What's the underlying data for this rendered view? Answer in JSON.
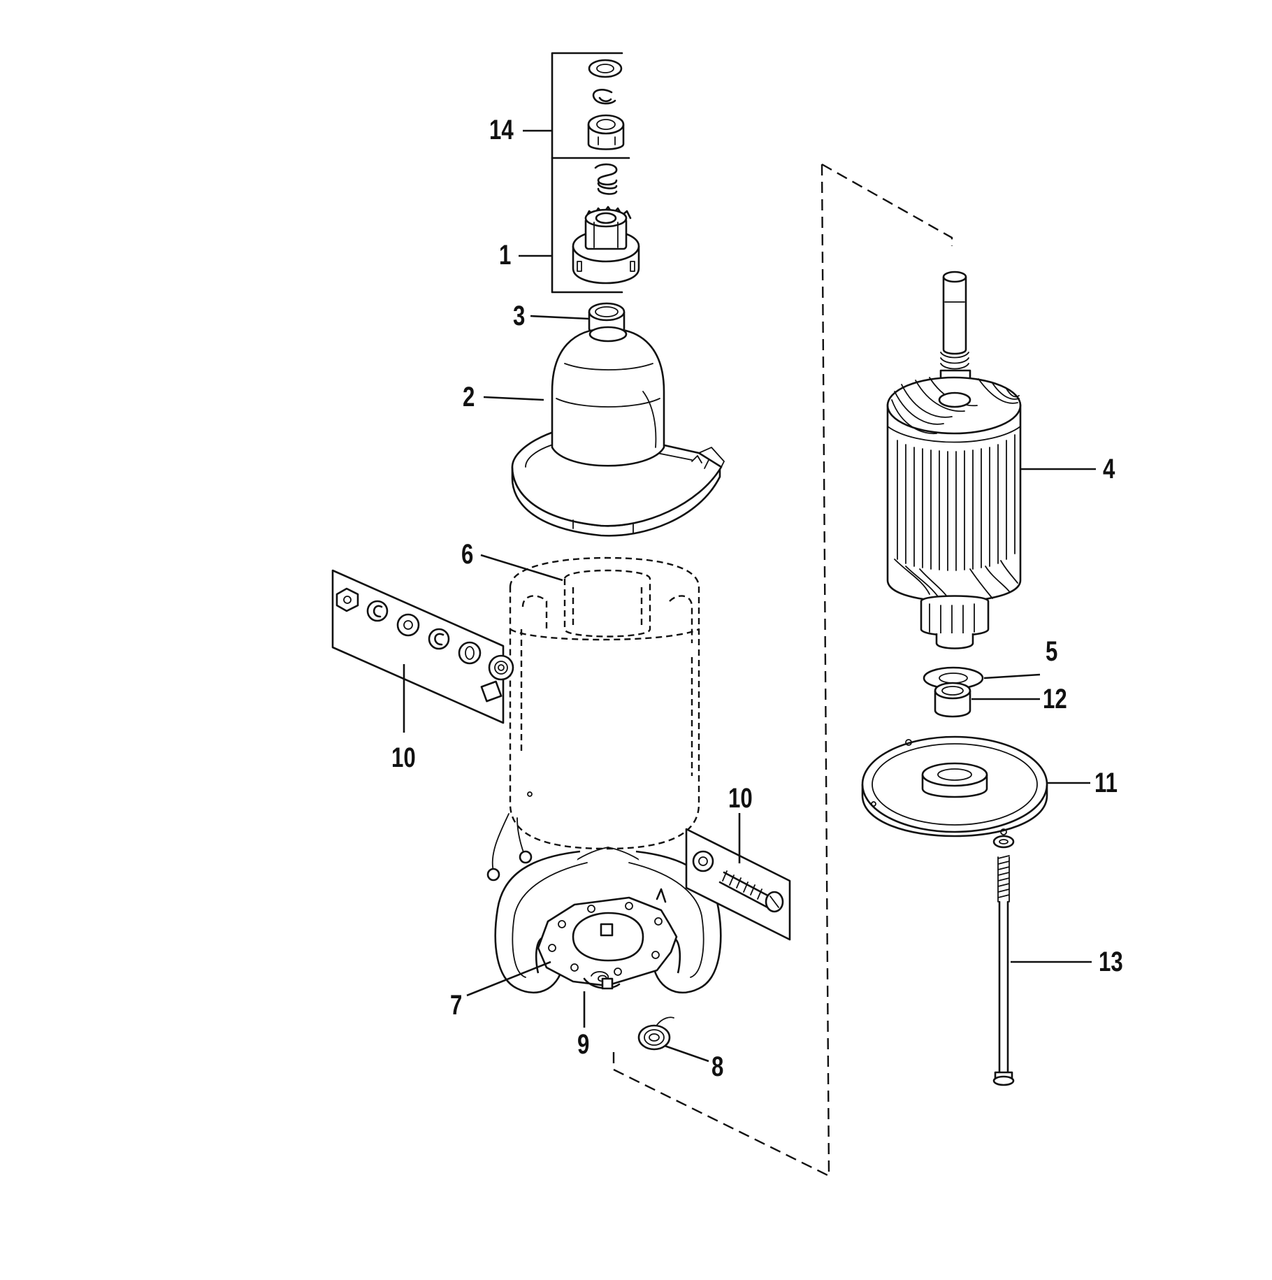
{
  "callouts": {
    "c1": "1",
    "c2": "2",
    "c3": "3",
    "c4": "4",
    "c5": "5",
    "c6": "6",
    "c7": "7",
    "c8": "8",
    "c9": "9",
    "c10a": "10",
    "c10b": "10",
    "c11": "11",
    "c12": "12",
    "c13": "13",
    "c14": "14"
  },
  "colors": {
    "ink": "#111111",
    "paper": "#ffffff"
  }
}
